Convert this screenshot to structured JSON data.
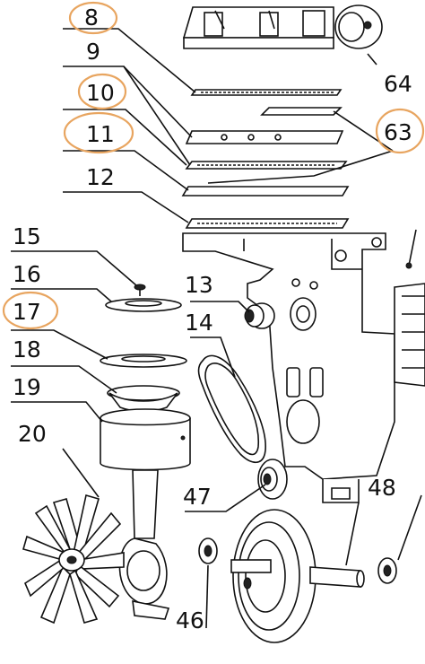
{
  "labels": {
    "l8": "8",
    "l9": "9",
    "l10": "10",
    "l11": "11",
    "l12": "12",
    "l13": "13",
    "l14": "14",
    "l15": "15",
    "l16": "16",
    "l17": "17",
    "l18": "18",
    "l19": "19",
    "l20": "20",
    "l46": "46",
    "l47": "47",
    "l48": "48",
    "l63": "63",
    "l64": "64"
  },
  "highlight_color": "#e8a560",
  "highlighted_labels": [
    "8",
    "10",
    "11",
    "17",
    "63"
  ]
}
